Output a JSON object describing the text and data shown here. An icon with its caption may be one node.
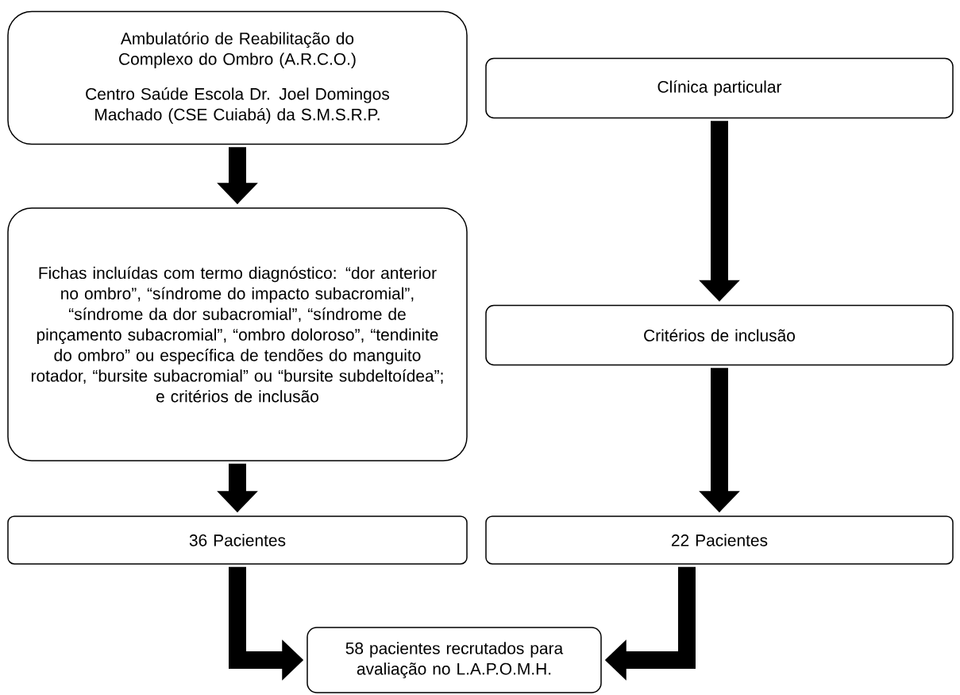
{
  "diagram": {
    "nodes": [
      {
        "text": [
          "Ambulatório de Reabilitação do Complexo do Ombro (A.R.C.O.)",
          "Centro Saúde Escola Dr. Joel Domingos Machado (CSE Cuiabá) da S.M.S.R.P."
        ]
      },
      {
        "text": [
          "Clínica particular"
        ]
      },
      {
        "text": [
          "Fichas incluídas com termo diagnóstico: “dor anterior no ombro”, “síndrome do impacto subacromial”, “síndrome da dor subacromial”, “síndrome de pinçamento subacromial”, “ombro doloroso”, “tendinite do ombro” ou específica de tendões do manguito rotador, “bursite subacromial” ou “bursite subdeltoídea”;",
          "e critérios de inclusão"
        ]
      },
      {
        "text": [
          "Critérios de inclusão"
        ]
      },
      {
        "text": [
          "36 Pacientes"
        ]
      },
      {
        "text": [
          "22 Pacientes"
        ]
      },
      {
        "text": [
          "58 pacientes recrutados para avaliação no L.A.P.O.M.H."
        ]
      }
    ],
    "edges": [
      {
        "from": 0,
        "to": 2,
        "arrow": "to"
      },
      {
        "from": 1,
        "to": 3,
        "arrow": "to"
      },
      {
        "from": 2,
        "to": 4,
        "arrow": "to"
      },
      {
        "from": 3,
        "to": 5,
        "arrow": "to"
      },
      {
        "from": 4,
        "to": 6,
        "arrow": "to"
      },
      {
        "from": 5,
        "to": 6,
        "arrow": "to"
      }
    ]
  }
}
